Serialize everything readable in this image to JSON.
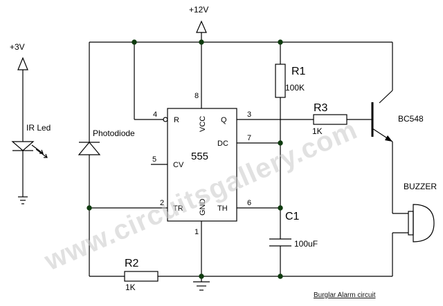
{
  "labels": {
    "supply_12v": "+12V",
    "supply_3v": "+3V",
    "ir_led": "IR Led",
    "photodiode": "Photodiode",
    "r1_name": "R1",
    "r1_value": "100K",
    "r3_name": "R3",
    "r3_value": "1K",
    "transistor": "BC548",
    "buzzer": "BUZZER",
    "c1_name": "C1",
    "c1_value": "100uF",
    "r2_name": "R2",
    "r2_value": "1K",
    "watermark": "www.circuitsgallery.com",
    "caption": "Burglar Alarm circuit"
  },
  "ic": {
    "name": "555",
    "pin_R": "R",
    "pin_CV": "CV",
    "pin_TR": "TR",
    "pin_VCC": "VCC",
    "pin_GND": "GND",
    "pin_Q": "Q",
    "pin_DC": "DC",
    "pin_TH": "TH",
    "num_4": "4",
    "num_5": "5",
    "num_2": "2",
    "num_8": "8",
    "num_1": "1",
    "num_3": "3",
    "num_7": "7",
    "num_6": "6"
  }
}
